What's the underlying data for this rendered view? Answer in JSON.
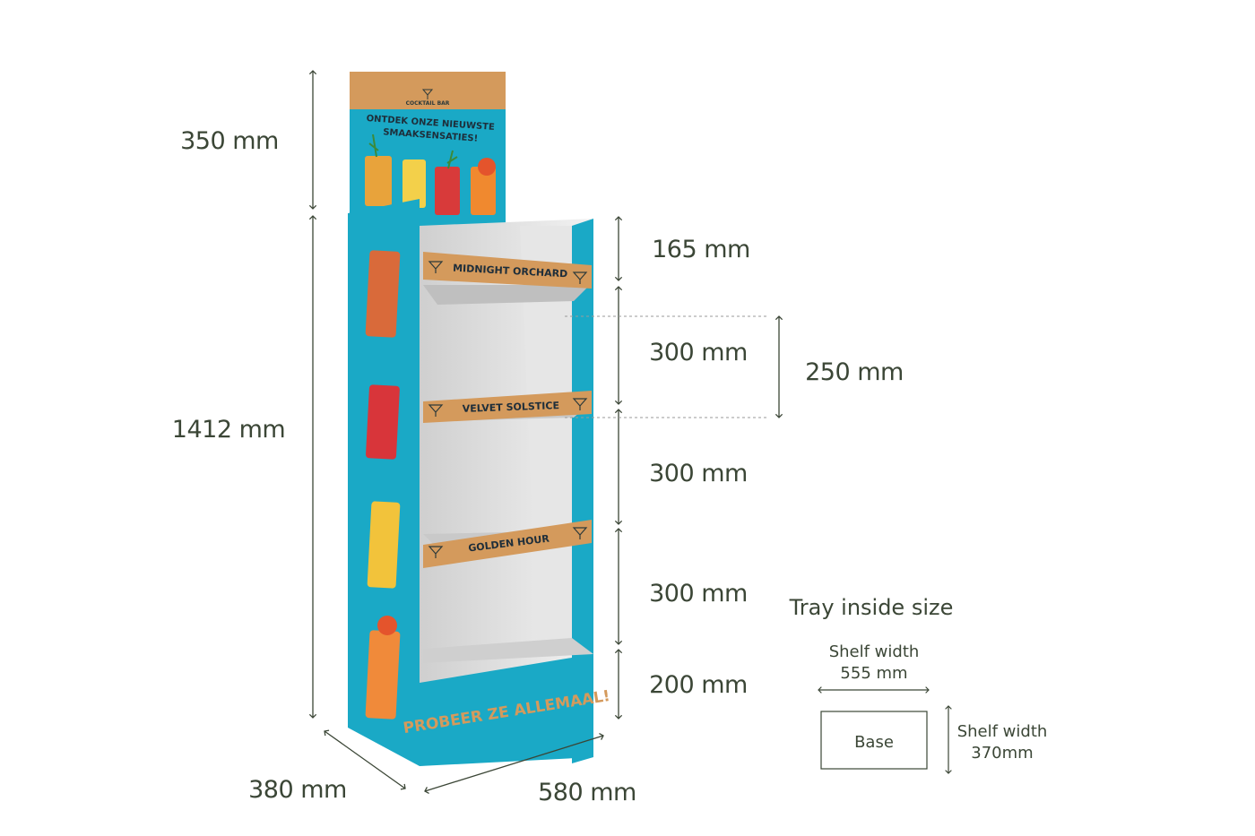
{
  "header_card": {
    "brand": "COCKTAIL BAR",
    "headline_1": "ONTDEK ONZE NIEUWSTE",
    "headline_2": "SMAAKSENSATIES!"
  },
  "shelves": [
    {
      "label": "MIDNIGHT ORCHARD"
    },
    {
      "label": "VELVET SOLSTICE"
    },
    {
      "label": "GOLDEN HOUR"
    }
  ],
  "base_text": "PROBEER ZE ALLEMAAL!",
  "dimensions": {
    "header_height": "350 mm",
    "body_height": "1412 mm",
    "top_gap": "165 mm",
    "shelf_1": "300 mm",
    "shelf_2": "300 mm",
    "shelf_3": "300 mm",
    "base": "200 mm",
    "clearance": "250 mm",
    "depth": "380 mm",
    "width": "580 mm"
  },
  "tray": {
    "title": "Tray inside size",
    "width_label": "Shelf width",
    "width_value": "555 mm",
    "depth_label": "Shelf width",
    "depth_value": "370mm",
    "box_label": "Base"
  },
  "colors": {
    "teal": "#1aa9c6",
    "kraft": "#d49a5c",
    "ink": "#3b4636"
  }
}
